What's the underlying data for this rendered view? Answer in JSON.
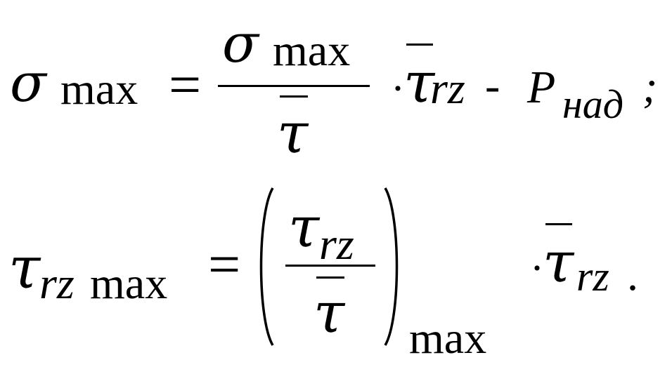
{
  "formula1": {
    "lhs_symbol": "σ",
    "lhs_sub": "max",
    "equals": "=",
    "num_symbol": "σ",
    "num_sub": "max",
    "den_symbol": "τ",
    "dot": "·",
    "tau": "τ",
    "tau_sub": "rz",
    "minus": "-",
    "p_symbol": "P",
    "p_sub": "над",
    "terminator": ";"
  },
  "formula2": {
    "lhs_symbol": "τ",
    "lhs_sub1": "rz",
    "lhs_sub2": "max",
    "equals": "=",
    "num_symbol": "τ",
    "num_sub": "rz",
    "den_symbol": "τ",
    "paren_sub": "max",
    "dot": "·",
    "tau": "τ",
    "tau_sub": "rz",
    "terminator": "."
  }
}
